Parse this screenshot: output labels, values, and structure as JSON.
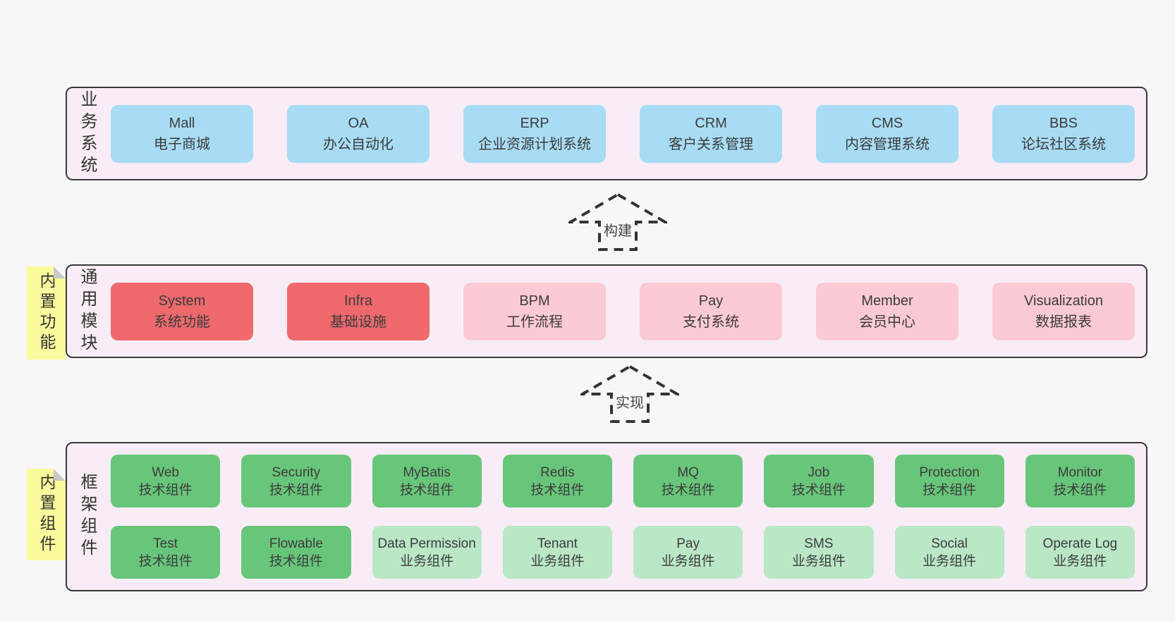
{
  "colors": {
    "pageBg": "#f7f7f7",
    "bandBg": "#f8edf6",
    "bandBorder": "#3a3a3a",
    "blue": "#a8dcf4",
    "red": "#ef696d",
    "pink": "#fccad4",
    "green": "#68c67b",
    "lightGreen": "#bae7c6",
    "tagYellow": "#fbfb9d",
    "tagFold": "#c9c9c9",
    "text": "#3b3b3b"
  },
  "arrows": {
    "build": "构建",
    "implement": "实现"
  },
  "bands": {
    "business": {
      "label": "业务系统",
      "boxes": [
        {
          "title": "Mall",
          "subtitle": "电子商城",
          "color": "blue"
        },
        {
          "title": "OA",
          "subtitle": "办公自动化",
          "color": "blue"
        },
        {
          "title": "ERP",
          "subtitle": "企业资源计划系统",
          "color": "blue"
        },
        {
          "title": "CRM",
          "subtitle": "客户关系管理",
          "color": "blue"
        },
        {
          "title": "CMS",
          "subtitle": "内容管理系统",
          "color": "blue"
        },
        {
          "title": "BBS",
          "subtitle": "论坛社区系统",
          "color": "blue"
        }
      ]
    },
    "modules": {
      "label": "通用模块",
      "tag": "内置功能",
      "boxes": [
        {
          "title": "System",
          "subtitle": "系统功能",
          "color": "red"
        },
        {
          "title": "Infra",
          "subtitle": "基础设施",
          "color": "red"
        },
        {
          "title": "BPM",
          "subtitle": "工作流程",
          "color": "pink"
        },
        {
          "title": "Pay",
          "subtitle": "支付系统",
          "color": "pink"
        },
        {
          "title": "Member",
          "subtitle": "会员中心",
          "color": "pink"
        },
        {
          "title": "Visualization",
          "subtitle": "数据报表",
          "color": "pink"
        }
      ]
    },
    "framework": {
      "label": "框架组件",
      "tag": "内置组件",
      "row1": [
        {
          "title": "Web",
          "subtitle": "技术组件",
          "color": "green"
        },
        {
          "title": "Security",
          "subtitle": "技术组件",
          "color": "green"
        },
        {
          "title": "MyBatis",
          "subtitle": "技术组件",
          "color": "green"
        },
        {
          "title": "Redis",
          "subtitle": "技术组件",
          "color": "green"
        },
        {
          "title": "MQ",
          "subtitle": "技术组件",
          "color": "green"
        },
        {
          "title": "Job",
          "subtitle": "技术组件",
          "color": "green"
        },
        {
          "title": "Protection",
          "subtitle": "技术组件",
          "color": "green"
        },
        {
          "title": "Monitor",
          "subtitle": "技术组件",
          "color": "green"
        }
      ],
      "row2": [
        {
          "title": "Test",
          "subtitle": "技术组件",
          "color": "green"
        },
        {
          "title": "Flowable",
          "subtitle": "技术组件",
          "color": "green"
        },
        {
          "title": "Data Permission",
          "subtitle": "业务组件",
          "color": "lightgreen"
        },
        {
          "title": "Tenant",
          "subtitle": "业务组件",
          "color": "lightgreen"
        },
        {
          "title": "Pay",
          "subtitle": "业务组件",
          "color": "lightgreen"
        },
        {
          "title": "SMS",
          "subtitle": "业务组件",
          "color": "lightgreen"
        },
        {
          "title": "Social",
          "subtitle": "业务组件",
          "color": "lightgreen"
        },
        {
          "title": "Operate Log",
          "subtitle": "业务组件",
          "color": "lightgreen"
        }
      ]
    }
  }
}
